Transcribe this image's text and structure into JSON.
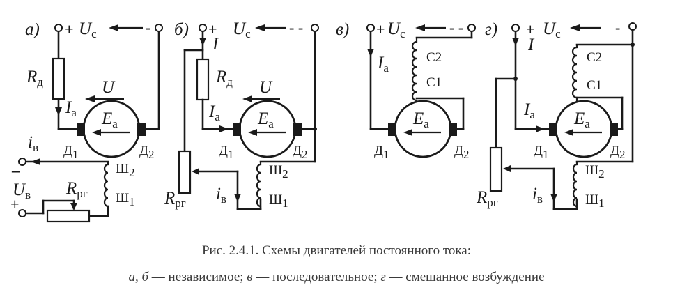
{
  "panels": {
    "a": {
      "tag": "а)",
      "supply": "U",
      "supply_sub": "c",
      "plus": "+",
      "minus": "- -",
      "r_series": "R",
      "r_series_sub": "д",
      "volt": "U",
      "armature_cur": "I",
      "armature_cur_sub": "a",
      "emf": "E",
      "emf_sub": "a",
      "brush1": "Д",
      "brush1_sub": "1",
      "brush2": "Д",
      "brush2_sub": "2",
      "field_cur": "i",
      "field_cur_sub": "в",
      "field_supply": "U",
      "field_supply_sub": "в",
      "field_minus": "–",
      "field_plus": "+",
      "rheostat": "R",
      "rheostat_sub": "рг",
      "sh2": "Ш",
      "sh2_sub": "2",
      "sh1": "Ш",
      "sh1_sub": "1"
    },
    "b": {
      "tag": "б)",
      "supply": "U",
      "supply_sub": "c",
      "plus": "+",
      "minus": "- -",
      "line_cur": "I",
      "r_series": "R",
      "r_series_sub": "д",
      "volt": "U",
      "armature_cur": "I",
      "armature_cur_sub": "a",
      "emf": "E",
      "emf_sub": "a",
      "brush1": "Д",
      "brush1_sub": "1",
      "brush2": "Д",
      "brush2_sub": "2",
      "rheostat": "R",
      "rheostat_sub": "рг",
      "field_cur": "i",
      "field_cur_sub": "в",
      "sh2": "Ш",
      "sh2_sub": "2",
      "sh1": "Ш",
      "sh1_sub": "1"
    },
    "c": {
      "tag": "в)",
      "supply": "U",
      "supply_sub": "c",
      "plus": "+",
      "minus": "- -",
      "armature_cur": "I",
      "armature_cur_sub": "a",
      "c2": "С2",
      "c1": "С1",
      "emf": "E",
      "emf_sub": "a",
      "brush1": "Д",
      "brush1_sub": "1",
      "brush2": "Д",
      "brush2_sub": "2"
    },
    "d": {
      "tag": "г)",
      "supply": "U",
      "supply_sub": "c",
      "plus": "+",
      "minus": "-",
      "line_cur": "I",
      "c2": "С2",
      "c1": "С1",
      "armature_cur": "I",
      "armature_cur_sub": "a",
      "emf": "E",
      "emf_sub": "a",
      "brush1": "Д",
      "brush1_sub": "1",
      "brush2": "Д",
      "brush2_sub": "2",
      "rheostat": "R",
      "rheostat_sub": "рг",
      "field_cur": "i",
      "field_cur_sub": "в",
      "sh2": "Ш",
      "sh2_sub": "2",
      "sh1": "Ш",
      "sh1_sub": "1"
    }
  },
  "caption": {
    "line1": "Рис. 2.4.1. Схемы двигателей постоянного тока:",
    "line2_seg1": "а, б",
    "line2_seg2": " — независимое; ",
    "line2_seg3": "в",
    "line2_seg4": " — последовательное; ",
    "line2_seg5": "г",
    "line2_seg6": " — смешанное возбуждение"
  }
}
